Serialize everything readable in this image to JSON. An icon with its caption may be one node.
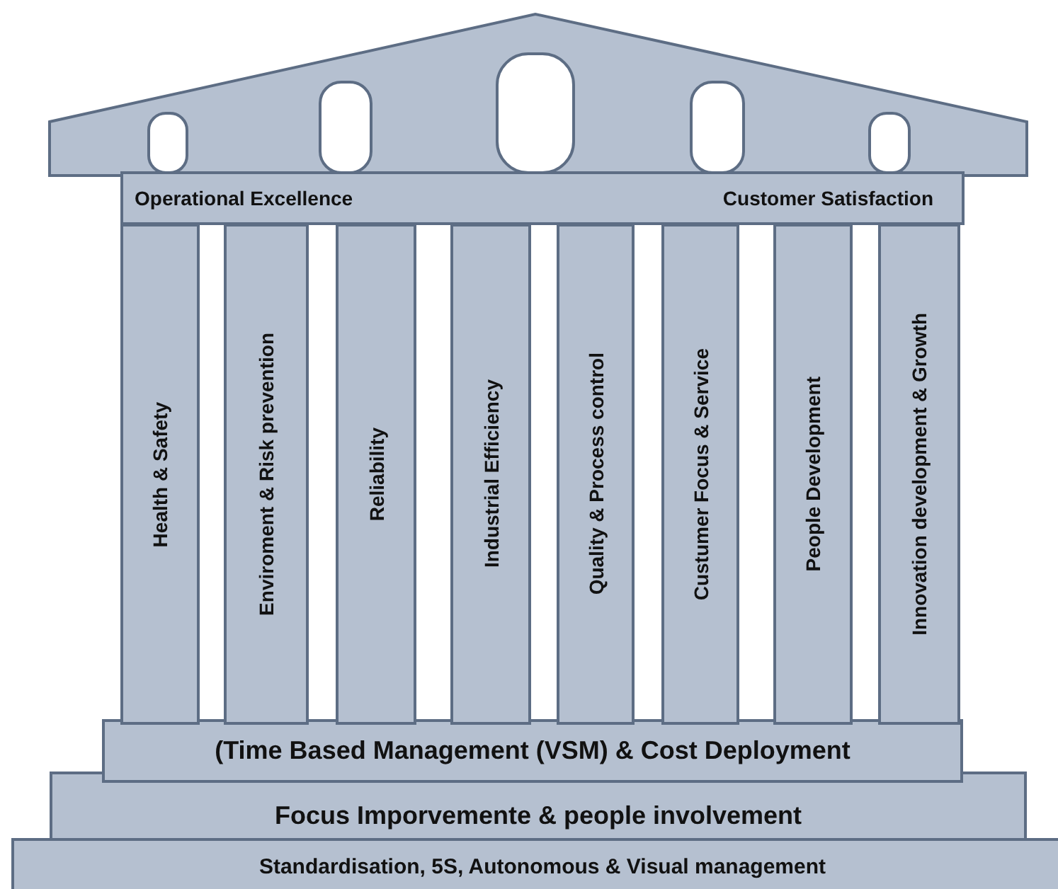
{
  "diagram": {
    "nodes": [
      {
        "text": [
          "Operational Excellence",
          "Customer Satisfaction"
        ]
      },
      {
        "text": [
          "Health & Safety"
        ]
      },
      {
        "text": [
          "Enviroment & Risk prevention"
        ]
      },
      {
        "text": [
          "Reliability"
        ]
      },
      {
        "text": [
          "Industrial Efficiency"
        ]
      },
      {
        "text": [
          "Quality & Process control"
        ]
      },
      {
        "text": [
          "Custumer Focus & Service"
        ]
      },
      {
        "text": [
          "People Development"
        ]
      },
      {
        "text": [
          "Innovation development & Growth"
        ]
      },
      {
        "text": [
          "(Time Based Management (VSM) & Cost Deployment"
        ]
      },
      {
        "text": [
          "Focus Imporvemente & people involvement"
        ]
      },
      {
        "text": [
          "Standardisation, 5S, Autonomous & Visual management"
        ]
      }
    ],
    "edges": []
  }
}
